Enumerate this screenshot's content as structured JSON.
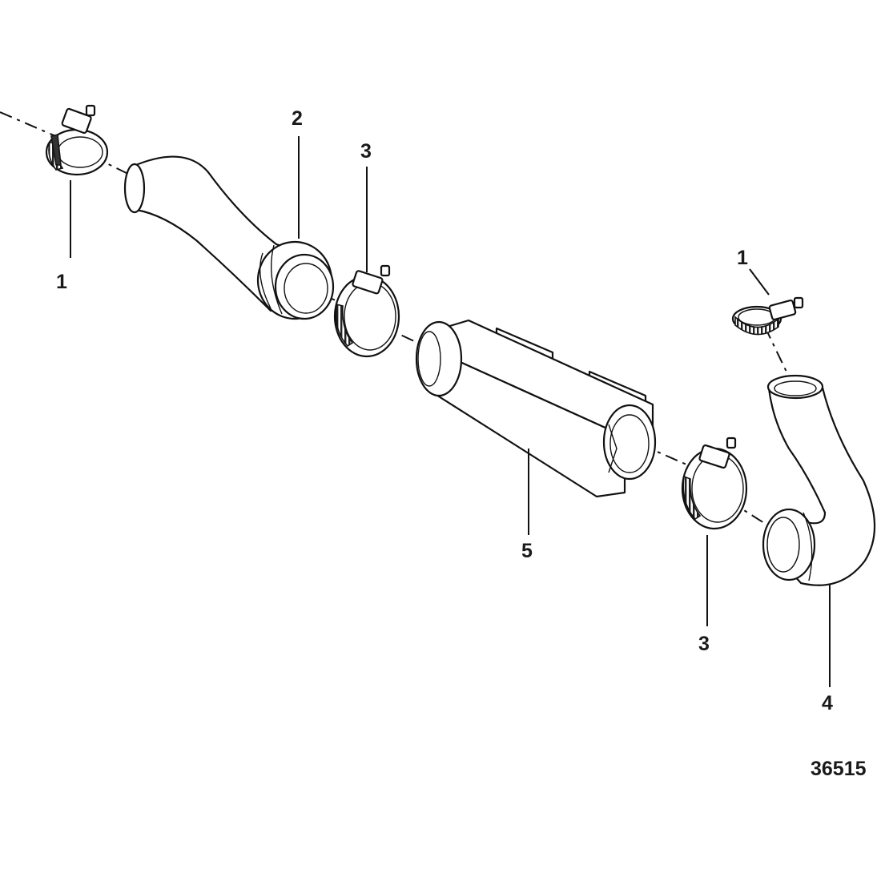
{
  "callouts": {
    "clamp_left": "1",
    "hose_upper": "2",
    "clamp_mid": "3",
    "cooler": "5",
    "clamp_right_top": "1",
    "clamp_right_low": "3",
    "elbow_hose": "4"
  },
  "figure_number": "36515"
}
